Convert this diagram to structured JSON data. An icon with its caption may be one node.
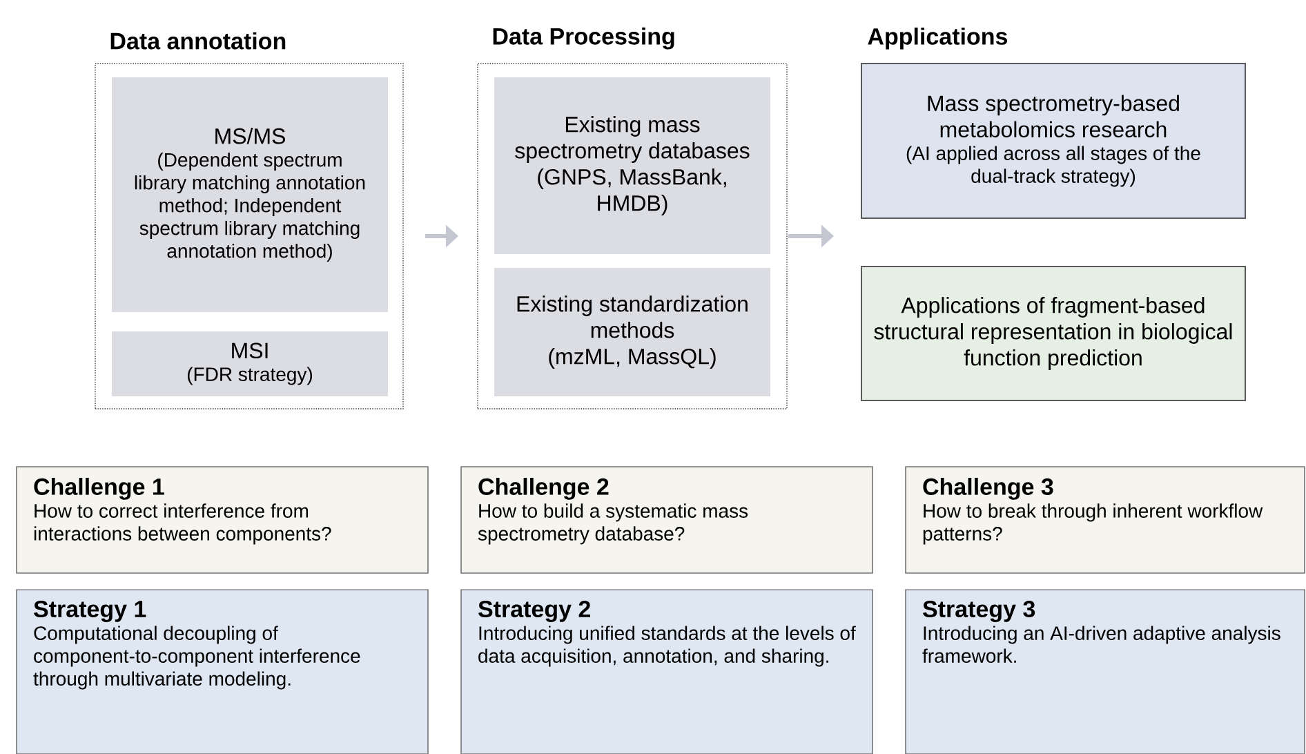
{
  "diagram": {
    "nodes": [
      {
        "text": [
          "Data annotation"
        ]
      },
      {
        "text": [
          "MS/MS",
          "(Dependent spectrum library matching annotation method; Independent spectrum library matching annotation method)"
        ],
        "in": 0
      },
      {
        "text": [
          "MSI",
          "(FDR strategy)"
        ],
        "in": 0
      },
      {
        "text": [
          "Data Processing"
        ]
      },
      {
        "text": [
          "Existing mass spectrometry databases",
          "(GNPS, MassBank, HMDB)"
        ],
        "in": 3
      },
      {
        "text": [
          "Existing standardization methods",
          "(mzML, MassQL)"
        ],
        "in": 3
      },
      {
        "text": [
          "Mass spectrometry-based metabolomics research",
          "(AI applied across all stages of the dual-track strategy)"
        ]
      },
      {
        "text": [
          "Applications of fragment-based structural representation in biological function prediction"
        ]
      },
      {
        "text": [
          "Challenge 1",
          "How to correct interference from interactions between components?"
        ]
      },
      {
        "text": [
          "Challenge 2",
          "How to build a systematic mass spectrometry database?"
        ]
      },
      {
        "text": [
          "Challenge 3",
          "How to break through inherent workflow patterns?"
        ]
      },
      {
        "text": [
          "Strategy 1",
          "Computational decoupling of component-to-component interference through multivariate modeling."
        ]
      },
      {
        "text": [
          "Strategy 2",
          "Introducing unified standards at the levels of data acquisition, annotation, and sharing."
        ]
      },
      {
        "text": [
          "Strategy 3",
          "Introducing an AI-driven adaptive analysis framework."
        ]
      }
    ],
    "edges": [
      {
        "from": 0,
        "to": 3,
        "arrow": "to"
      },
      {
        "from": 3,
        "to": null,
        "arrow": "to"
      }
    ],
    "labels": [
      "Applications"
    ]
  }
}
